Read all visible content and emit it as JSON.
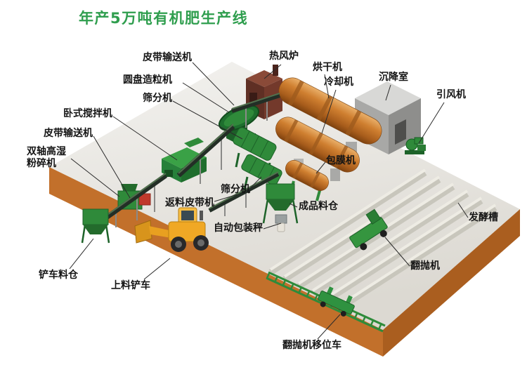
{
  "title": "年产5万吨有机肥生产线",
  "labels": {
    "belt_conveyor_top": "皮带输送机",
    "disc_granulator": "圆盘造粒机",
    "screening_machine_1": "筛分机",
    "horizontal_mixer": "卧式搅拌机",
    "belt_conveyor_left": "皮带输送机",
    "double_shaft_crusher": "双轴高湿粉碎机",
    "hot_air_furnace": "热风炉",
    "dryer": "烘干机",
    "cooler": "冷却机",
    "settling_chamber": "沉降室",
    "induced_draft_fan": "引风机",
    "coating_machine": "包膜机",
    "screening_machine_2": "筛分机",
    "return_belt_conveyor": "返料皮带机",
    "finished_product_silo": "成品料仓",
    "automatic_packing_scale": "自动包装秤",
    "fermentation_trough": "发酵槽",
    "forklift_silo": "铲车料仓",
    "loading_forklift": "上料铲车",
    "compost_turner": "翻抛机",
    "compost_turner_shifting_car": "翻抛机移位车"
  },
  "colors": {
    "title_green": "#2f9e4e",
    "machine_green": "#2f8a3a",
    "drum_orange": "#c87a2e",
    "platform_edge_orange": "#c2702b",
    "floor_gray": "#e9e7e2",
    "label_text": "#141414"
  }
}
